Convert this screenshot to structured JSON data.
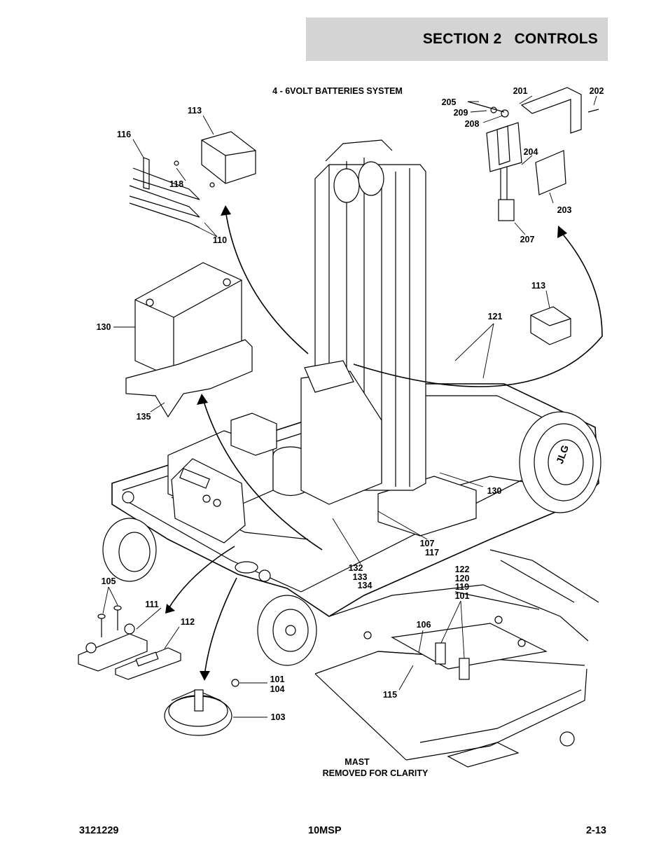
{
  "header": {
    "title": "SECTION 2   CONTROLS"
  },
  "diagram": {
    "caption_top": "4 - 6VOLT BATTERIES SYSTEM",
    "caption_bottom_line1": "MAST",
    "caption_bottom_line2": "REMOVED FOR CLARITY",
    "callouts": {
      "c201": "201",
      "c202": "202",
      "c205": "205",
      "c209": "209",
      "c208": "208",
      "c204": "204",
      "c203": "203",
      "c207": "207",
      "c113a": "113",
      "c116": "116",
      "c118": "118",
      "c110": "110",
      "c130a": "130",
      "c135": "135",
      "c113b": "113",
      "c121": "121",
      "c130b": "130",
      "c107": "107",
      "c117": "117",
      "c132": "132",
      "c133": "133",
      "c134": "134",
      "c105": "105",
      "c111": "111",
      "c112": "112",
      "c101a": "101",
      "c104": "104",
      "c103": "103",
      "c122": "122",
      "c120": "120",
      "c119": "119",
      "c101b": "101",
      "c106": "106",
      "c115": "115"
    }
  },
  "footer": {
    "left": "3121229",
    "center": "10MSP",
    "right": "2-13"
  }
}
